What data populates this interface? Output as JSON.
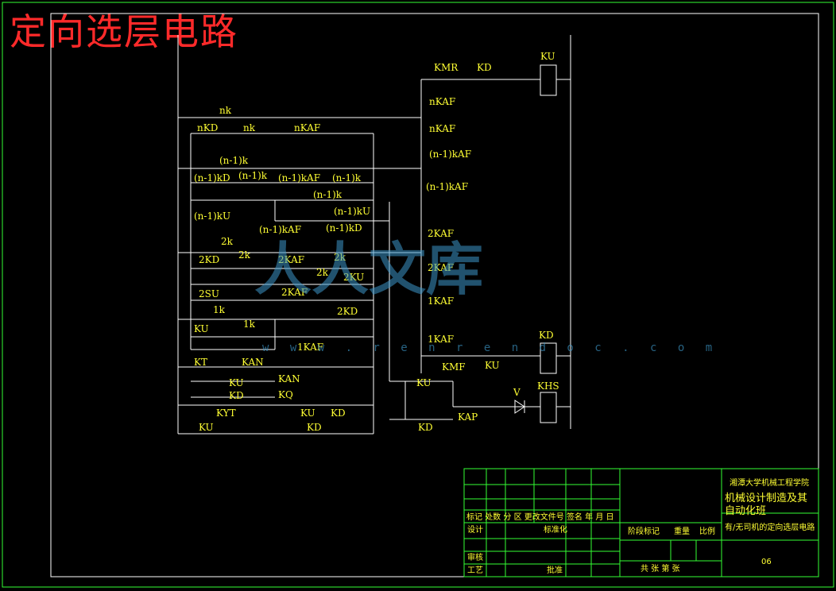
{
  "page_title": "定向选层电路",
  "watermark": {
    "brand": "人人文库",
    "url": "w w w . r e n r e n d o c . c o m"
  },
  "contacts": {
    "nk_top": "nk",
    "nKD": "nKD",
    "nk_mid": "nk",
    "nKAF": "nKAF",
    "n1k_a": "(n-1)k",
    "n1kD": "(n-1)kD",
    "n1k_b": "(n-1)k",
    "n1kKAF_a": "(n-1)kAF",
    "n1k_c": "(n-1)k",
    "n1k_d": "(n-1)k",
    "n1kU_a": "(n-1)kU",
    "n1kU_b": "(n-1)kU",
    "n1kKAF_b": "(n-1)kAF",
    "n1kD_b": "(n-1)kD",
    "k2_a": "2k",
    "k2D": "2KD",
    "k2_b": "2k",
    "k2KAF_a": "2KAF",
    "k2_c": "2k",
    "k2_d": "2k",
    "k2KU": "2KU",
    "k2SU": "2SU",
    "k2KAF_b": "2KAF",
    "k2KD": "2KD",
    "k1_a": "1k",
    "KU_a": "KU",
    "k1_b": "1k",
    "k1KAF": "1KAF",
    "KT": "KT",
    "KAN_a": "KAN",
    "KU_b": "KU",
    "KD_a": "KD",
    "KAN_b": "KAN",
    "KQ": "KQ",
    "KYT": "KYT",
    "KU_c": "KU",
    "KD_b": "KD",
    "KU_d": "KU",
    "KD_c": "KD"
  },
  "right_contacts": {
    "KMR": "KMR",
    "KD_top": "KD",
    "nKAF_1": "nKAF",
    "nKAF_2": "nKAF",
    "n1kAF_1": "(n-1)kAF",
    "n1kAF_2": "(n-1)kAF",
    "KAF2_1": "2KAF",
    "KAF2_2": "2KAF",
    "KAF1_1": "1KAF",
    "KAF1_2": "1KAF",
    "KMF": "KMF",
    "KU_r": "KU",
    "KU_low": "KU",
    "KD_low": "KD",
    "KAP": "KAP",
    "V": "V"
  },
  "coils": {
    "KU": "KU",
    "KD": "KD",
    "KHS": "KHS"
  },
  "title_block": {
    "header_cells": [
      "标记",
      "处数",
      "分",
      "区",
      "更改文件号",
      "签名",
      "年",
      "月",
      "日"
    ],
    "design": "设计",
    "standard": "标准化",
    "review": "审核",
    "process": "工艺",
    "approve": "批准",
    "stage_mark": "阶段标记",
    "weight": "重量",
    "scale": "比例",
    "sheets": "共  张  第  张",
    "school": "湘潭大学机械工程学院",
    "major": "机械设计制造及其自动化班",
    "drawing_title": "有/无司机的定向选层电路",
    "number": "06"
  }
}
